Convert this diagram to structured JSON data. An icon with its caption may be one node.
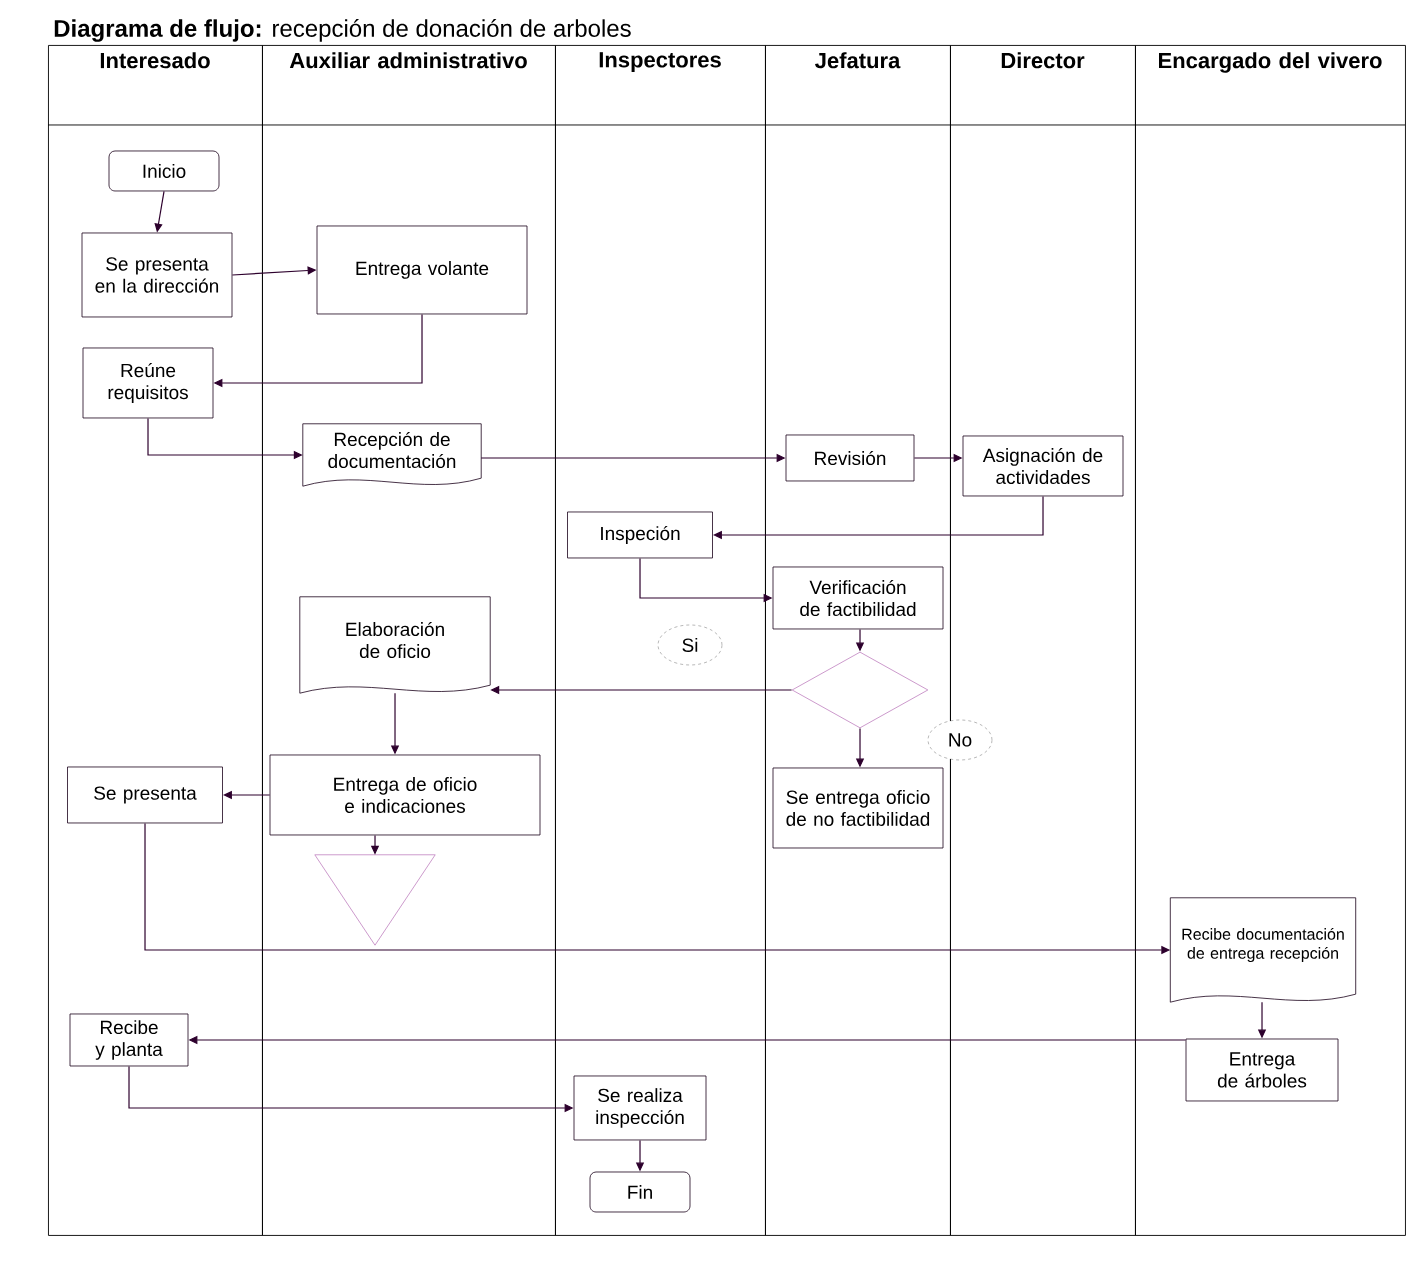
{
  "diagram": {
    "title": "**Diagrama de flujo:** recepción de donación de arboles",
    "nodes": [
      {
        "text": [
          "Interesado"
        ]
      },
      {
        "text": [
          "Auxiliar administrativo"
        ]
      },
      {
        "text": [
          "Inspectores"
        ]
      },
      {
        "text": [
          "Jefatura"
        ]
      },
      {
        "text": [
          "Director"
        ]
      },
      {
        "text": [
          "Encargado del vivero"
        ]
      },
      {
        "text": [
          "Inicio"
        ],
        "in": 0
      },
      {
        "text": [
          "Se presenta en la dirección"
        ],
        "in": 0
      },
      {
        "text": [
          "Entrega volante"
        ],
        "in": 1
      },
      {
        "text": [
          "Reúne requisitos"
        ],
        "in": 0
      },
      {
        "text": [
          "Recepción de documentación"
        ],
        "in": 1
      },
      {
        "text": [
          "Revisión"
        ],
        "in": 3
      },
      {
        "text": [
          "Asignación de actividades"
        ],
        "in": 4
      },
      {
        "text": [
          "Inspeción"
        ],
        "in": 2
      },
      {
        "text": [
          "Verificación de factibilidad"
        ],
        "in": 3
      },
      {
        "text": [],
        "shape": "diamond",
        "in": 3
      },
      {
        "text": [
          "Elaboración de oficio"
        ],
        "in": 1
      },
      {
        "text": [
          "Se entrega oficio de no factibilidad"
        ],
        "in": 3
      },
      {
        "text": [
          "Entrega de oficio e indicaciones"
        ],
        "in": 1
      },
      {
        "text": [
          "Se presenta"
        ],
        "in": 0
      },
      {
        "text": [],
        "shape": "triangle",
        "in": 1
      },
      {
        "text": [
          "Recibe documentación de entrega recepción"
        ],
        "in": 5
      },
      {
        "text": [
          "Entrega de árboles"
        ],
        "in": 5
      },
      {
        "text": [
          "Recibe y planta"
        ],
        "in": 0
      },
      {
        "text": [
          "Se realiza inspección"
        ],
        "in": 2
      },
      {
        "text": [
          "Fin"
        ],
        "in": 2
      }
    ],
    "edges": [
      {
        "from": 6,
        "to": 7,
        "arrow": "to"
      },
      {
        "from": 7,
        "to": 8,
        "arrow": "to"
      },
      {
        "from": 8,
        "to": 9,
        "arrow": "to"
      },
      {
        "from": 9,
        "to": 10,
        "arrow": "to"
      },
      {
        "from": 10,
        "to": 11,
        "arrow": "to"
      },
      {
        "from": 11,
        "to": 12,
        "arrow": "to"
      },
      {
        "from": 12,
        "to": 13,
        "arrow": "to"
      },
      {
        "from": 13,
        "to": 14,
        "arrow": "to"
      },
      {
        "from": 14,
        "to": 15,
        "arrow": "to"
      },
      {
        "from": 15,
        "to": 16,
        "arrow": "to",
        "label": "Si"
      },
      {
        "from": 15,
        "to": 17,
        "arrow": "to",
        "label": "No"
      },
      {
        "from": 16,
        "to": 18,
        "arrow": "to"
      },
      {
        "from": 18,
        "to": 19,
        "arrow": "to"
      },
      {
        "from": 18,
        "to": 20,
        "arrow": "to"
      },
      {
        "from": 19,
        "to": 21,
        "arrow": "to"
      },
      {
        "from": 21,
        "to": 22,
        "arrow": "to"
      },
      {
        "from": 22,
        "to": 23,
        "arrow": "to"
      },
      {
        "from": 23,
        "to": 24,
        "arrow": "to"
      },
      {
        "from": 24,
        "to": 25,
        "arrow": "to"
      }
    ]
  }
}
